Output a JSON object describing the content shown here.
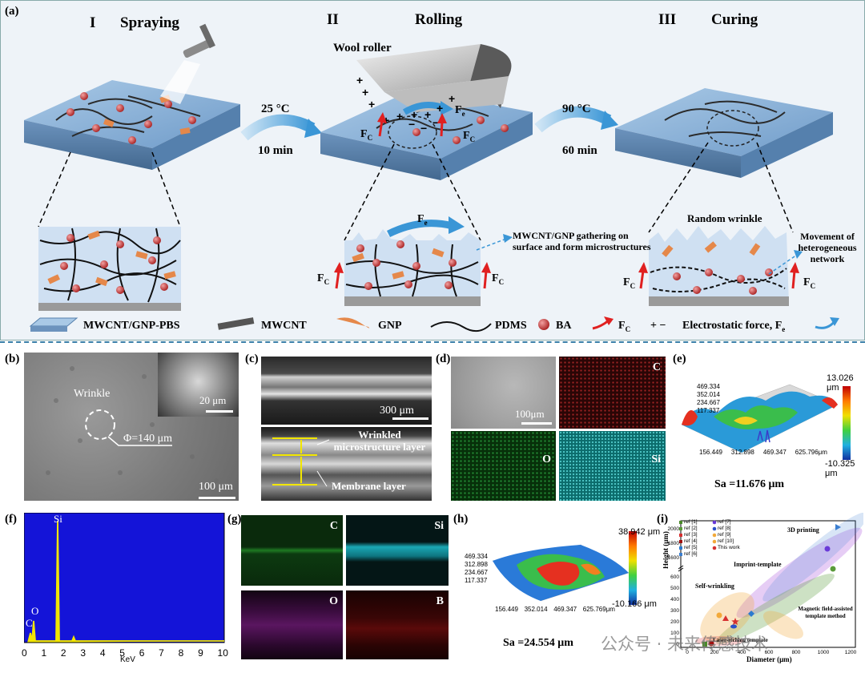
{
  "panel_a": {
    "label": "(a)",
    "steps": [
      {
        "num": "I",
        "title": "Spraying"
      },
      {
        "num": "II",
        "title": "Rolling"
      },
      {
        "num": "III",
        "title": "Curing"
      }
    ],
    "arrow1": {
      "temp": "25 °C",
      "time": "10 min"
    },
    "arrow2": {
      "temp": "90 °C",
      "time": "60 min"
    },
    "roller_label": "Wool roller",
    "fc": "F",
    "fc_sub": "C",
    "fe": "F",
    "fe_sub": "e",
    "gather_note": "MWCNT/GNP gathering on surface and form microstructures",
    "random_wrinkle": "Random wrinkle",
    "movement_note": "Movement of heterogeneous network",
    "legend": {
      "composite": "MWCNT/GNP-PBS",
      "mwcnt": "MWCNT",
      "gnp": "GNP",
      "pdms": "PDMS",
      "ba": "BA",
      "fc": "F",
      "fc_sub": "C",
      "pm": "+ −",
      "electro": "Electrostatic force, F",
      "electro_sub": "e"
    }
  },
  "panel_b": {
    "label": "(b)",
    "wrinkle": "Wrinkle",
    "phi": "Φ=140 μm",
    "scale_main": "100 μm",
    "scale_inset": "20 μm"
  },
  "panel_c": {
    "label": "(c)",
    "scale": "300 μm",
    "wrinkled_layer": "Wrinkled microstructure layer",
    "membrane": "Membrane layer"
  },
  "panel_d": {
    "label": "(d)",
    "scale": "100μm",
    "maps": [
      "C",
      "O",
      "Si"
    ]
  },
  "panel_e": {
    "label": "(e)",
    "cbar_max": "13.026 μm",
    "cbar_min": "-10.325 μm",
    "y_ticks": [
      "469.334",
      "352.014",
      "234.667",
      "117.337"
    ],
    "x_ticks": [
      "156.449",
      "312.898",
      "469.347",
      "625.796μm"
    ],
    "sa": "Sa =11.676 μm"
  },
  "panel_f": {
    "label": "(f)",
    "peaks": [
      "C",
      "O",
      "Si"
    ],
    "x_ticks": [
      "0",
      "1",
      "2",
      "3",
      "4",
      "5",
      "6",
      "7",
      "8",
      "9",
      "10"
    ],
    "xlabel": "KeV"
  },
  "panel_g": {
    "label": "(g)",
    "maps": [
      "C",
      "Si",
      "O",
      "B"
    ]
  },
  "panel_h": {
    "label": "(h)",
    "cbar_max": "38.942 μm",
    "cbar_min": "-10.166 μm",
    "y_ticks": [
      "469.334",
      "312.898",
      "234.667",
      "117.337"
    ],
    "x_ticks": [
      "156.449",
      "352.014",
      "469.347",
      "625.769μm"
    ],
    "sa": "Sa =24.554 μm"
  },
  "panel_i": {
    "label": "(i)",
    "ylabel": "Height (μm)",
    "xlabel": "Diameter (μm)",
    "y_ticks": [
      "0",
      "100",
      "200",
      "300",
      "400",
      "500",
      "600",
      "1600",
      "1800",
      "2000"
    ],
    "x_ticks": [
      "0",
      "200",
      "400",
      "600",
      "800",
      "1000",
      "1200"
    ],
    "legend": [
      "ref [1]",
      "ref [2]",
      "ref [3]",
      "ref [4]",
      "ref [5]",
      "ref [6]",
      "ref [7]",
      "ref [8]",
      "ref [9]",
      "ref [10]",
      "This work"
    ],
    "regions": [
      "3D printing",
      "Imprint-template",
      "Self-wrinkling",
      "Magnetic field-assisted template method",
      "Laser-etching template"
    ],
    "colors": {
      "printing": "#3b7fd1",
      "imprint": "#9b37d8",
      "self": "#f2a93a",
      "magnetic": "#5a9a3a",
      "laser": "#d63030"
    }
  },
  "watermark": "公众号 · 未来传感技术"
}
